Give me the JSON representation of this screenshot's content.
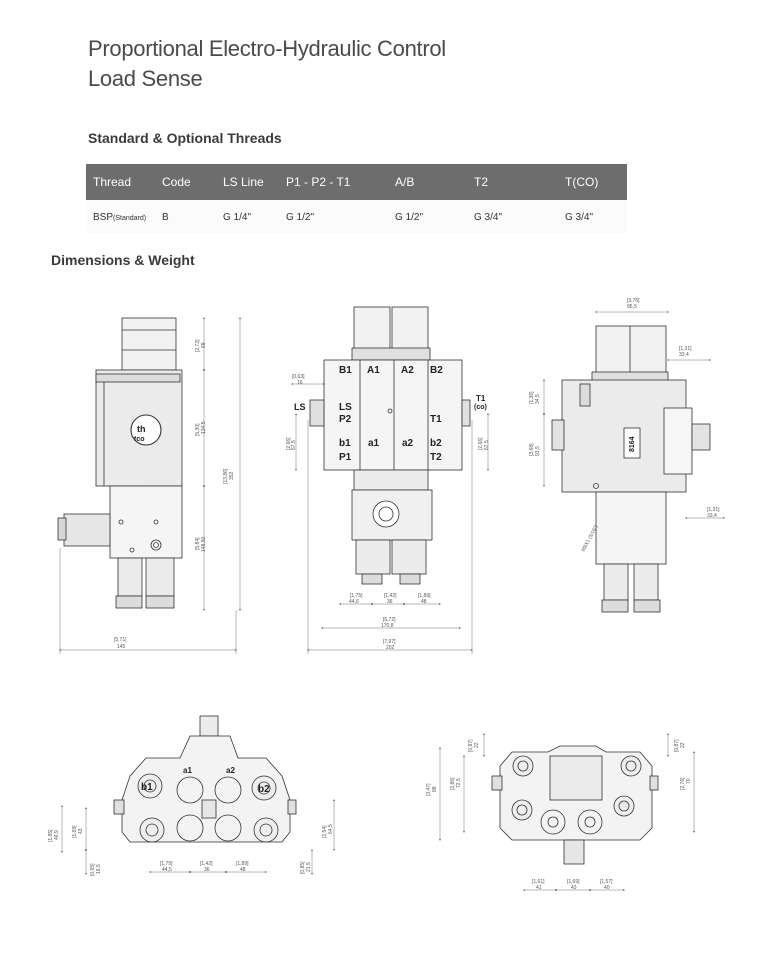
{
  "header": {
    "title_line1": "Proportional Electro-Hydraulic Control",
    "title_line2": "Load Sense"
  },
  "threads": {
    "heading": "Standard & Optional Threads",
    "columns": [
      "Thread",
      "Code",
      "LS Line",
      "P1 - P2 - T1",
      "A/B",
      "T2",
      "T(CO)"
    ],
    "row": {
      "thread_main": "BSP",
      "thread_sub": "(Standard)",
      "code": "B",
      "ls_line": "G 1/4\"",
      "p1p2t1": "G 1/2\"",
      "ab": "G 1/2\"",
      "t2": "G 3/4\"",
      "tco": "G 3/4\""
    }
  },
  "dimensions": {
    "heading": "Dimensions & Weight",
    "side_view": {
      "d1_in": "[2,72]",
      "d1_mm": "69",
      "d2_in": "[5,30]",
      "d2_mm": "134,5",
      "d3_in": "[13,86]",
      "d3_mm": "352",
      "d4_in": "[5,84]",
      "d4_mm": "148,50",
      "d5_in": "[5,71]",
      "d5_mm": "145",
      "plate_top": "th",
      "plate_bottom": "tco"
    },
    "front_view": {
      "ports": [
        "B1",
        "A1",
        "A2",
        "B2",
        "LS",
        "P2",
        "T1",
        "b1",
        "a1",
        "a2",
        "b2",
        "P1",
        "T2"
      ],
      "side_ls": "LS",
      "side_t1": "T1",
      "side_t1_sub": "(co)",
      "d1_in": "[0,63]",
      "d1_mm": "16",
      "d2_in": "[2,66]",
      "d2_mm": "67,5",
      "d3_in": "[2,66]",
      "d3_mm": "67,5",
      "d4_in": "[1,75]",
      "d4_mm": "44,6",
      "d5_in": "[1,42]",
      "d5_mm": "36",
      "d6_in": "[1,89]",
      "d6_mm": "48",
      "d7_in": "[6,72]",
      "d7_mm": "170,8",
      "d8_in": "[7,97]",
      "d8_mm": "202"
    },
    "right_view": {
      "d1_in": "[3,76]",
      "d1_mm": "95,5",
      "d2_in": "[1,31]",
      "d2_mm": "33,4",
      "d3_in": "[1,36]",
      "d3_mm": "34,5",
      "d4_in": "[3,68]",
      "d4_mm": "93,5",
      "d5_in": "[1,31]",
      "d5_mm": "33,4",
      "label_plate": "8164",
      "thread_note": "M8X1 (5/16\")"
    },
    "bottom_left_view": {
      "ports": [
        "b1",
        "a1",
        "a2",
        "b2"
      ],
      "d1_in": "[1,85]",
      "d1_mm": "46,9",
      "d2_in": "[1,69]",
      "d2_mm": "43",
      "d3_in": "[0,65]",
      "d3_mm": "16,5",
      "d4_in": "[2,54]",
      "d4_mm": "64,5",
      "d5_in": "[0,85]",
      "d5_mm": "21,5",
      "d6_in": "[1,75]",
      "d6_mm": "44,5",
      "d7_in": "[1,42]",
      "d7_mm": "36",
      "d8_in": "[1,89]",
      "d8_mm": "48"
    },
    "bottom_right_view": {
      "d1_in": "[0,87]",
      "d1_mm": "22",
      "d2_in": "[0,87]",
      "d2_mm": "22",
      "d3_in": "[3,47]",
      "d3_mm": "88",
      "d4_in": "[2,86]",
      "d4_mm": "72,5",
      "d5_in": "[2,76]",
      "d5_mm": "70",
      "d6_in": "[1,61]",
      "d6_mm": "41",
      "d7_in": "[1,69]",
      "d7_mm": "43",
      "d8_in": "[1,57]",
      "d8_mm": "40"
    }
  }
}
